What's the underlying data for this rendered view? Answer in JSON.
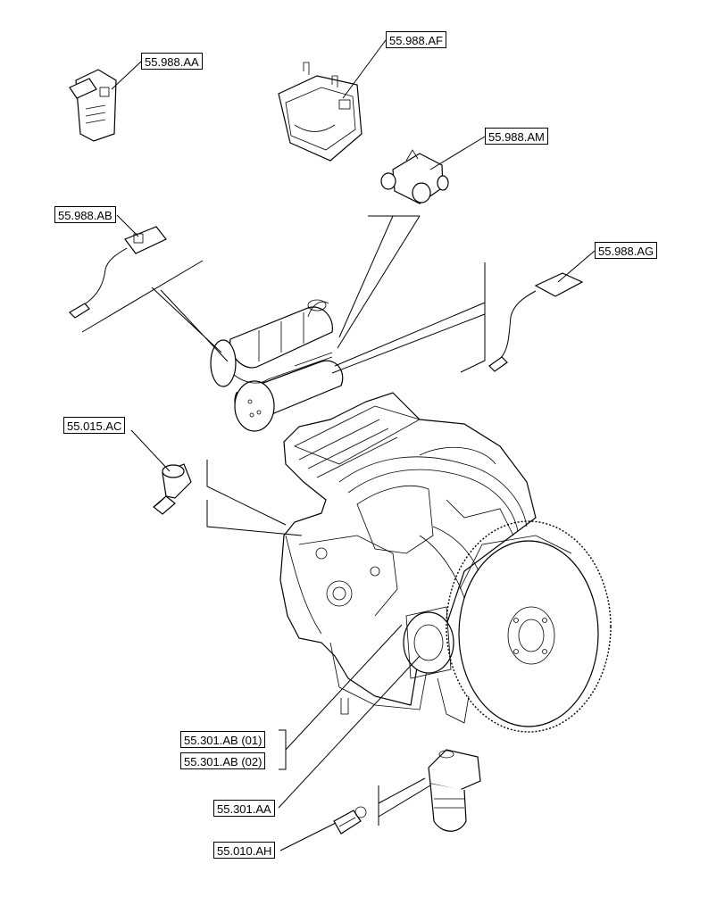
{
  "labels": {
    "aa": "55.988.AA",
    "af": "55.988.AF",
    "am": "55.988.AM",
    "ab": "55.988.AB",
    "ag": "55.988.AG",
    "ac": "55.015.AC",
    "ab01": "55.301.AB (01)",
    "ab02": "55.301.AB (02)",
    "aa301": "55.301.AA",
    "ah": "55.010.AH"
  }
}
